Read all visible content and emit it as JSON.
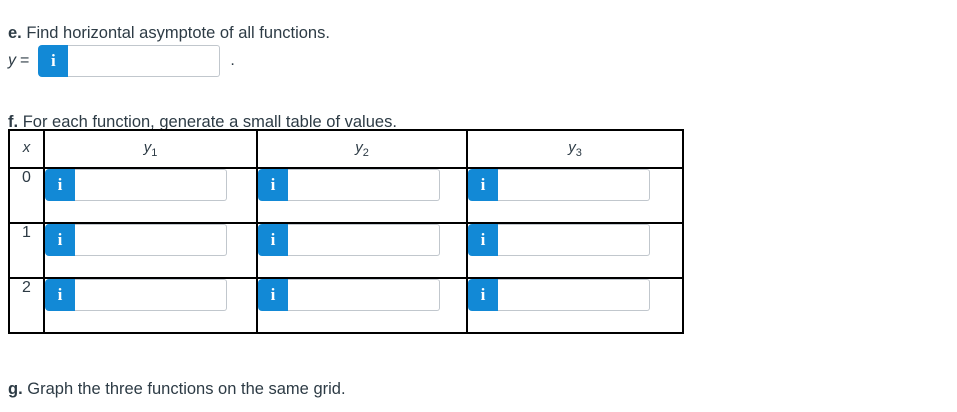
{
  "colors": {
    "background": "#ffffff",
    "text": "#2d3b45",
    "accent_blue": "#1289d6",
    "table_border": "#000000",
    "input_border": "#c1c7cd"
  },
  "icons": {
    "info": "i"
  },
  "question_e": {
    "label": "e.",
    "text": "Find horizontal asymptote of all functions.",
    "answer_prefix_var": "y",
    "answer_prefix_op": "=",
    "answer_value": "",
    "answer_suffix": "."
  },
  "question_f": {
    "label": "f.",
    "text": "For each function, generate a small table of values.",
    "table": {
      "headers": [
        {
          "base": "x",
          "sub": ""
        },
        {
          "base": "y",
          "sub": "1"
        },
        {
          "base": "y",
          "sub": "2"
        },
        {
          "base": "y",
          "sub": "3"
        }
      ],
      "rows": [
        {
          "x": "0",
          "y1": "",
          "y2": "",
          "y3": ""
        },
        {
          "x": "1",
          "y1": "",
          "y2": "",
          "y3": ""
        },
        {
          "x": "2",
          "y1": "",
          "y2": "",
          "y3": ""
        }
      ]
    }
  },
  "question_g": {
    "label": "g.",
    "text": "Graph the three functions on the same grid."
  }
}
